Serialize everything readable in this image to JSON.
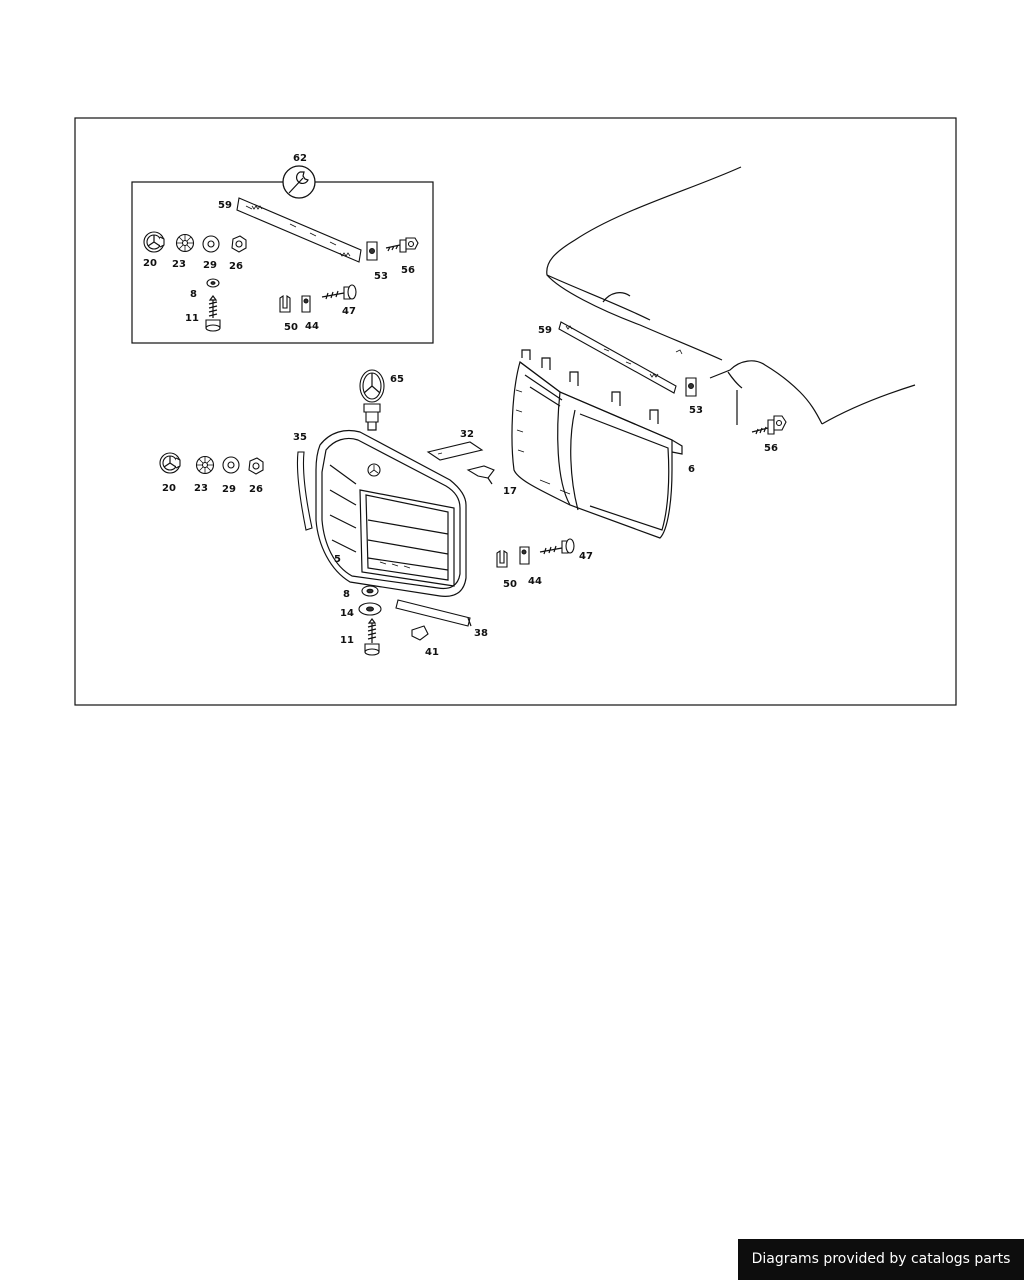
{
  "callouts": {
    "kit_wrench": "62",
    "kit_strip": "59",
    "kit_clip_nut": "53",
    "kit_screw_large": "56",
    "kit_star_20": "20",
    "kit_star_23": "23",
    "kit_washer_29": "29",
    "kit_nut_26": "26",
    "kit_washer_8": "8",
    "kit_screw_11": "11",
    "kit_clip_50": "50",
    "kit_clip_44": "44",
    "kit_screw_47": "47",
    "emblem_star": "65",
    "seal_strip": "35",
    "bracket_32": "32",
    "clip_17": "17",
    "star_20": "20",
    "star_23": "23",
    "washer_29": "29",
    "nut_26": "26",
    "grille": "5",
    "washer_8": "8",
    "washer_14": "14",
    "screw_11": "11",
    "trim_strip": "38",
    "clip_41": "41",
    "frame_strip": "59",
    "frame_clip_53": "53",
    "frame_screw_56": "56",
    "grille_frame": "6",
    "clip_50": "50",
    "clip_44": "44",
    "screw_47": "47"
  },
  "footer": {
    "credit": "Diagrams provided by catalogs parts"
  }
}
